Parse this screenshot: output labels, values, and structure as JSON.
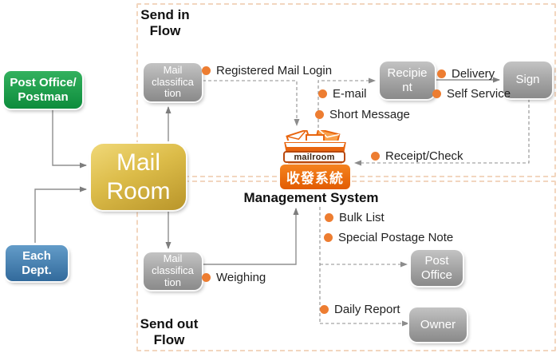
{
  "panels": {
    "send_in": {
      "title": "Send in\nFlow"
    },
    "send_out": {
      "title": "Send out\nFlow"
    }
  },
  "nodes": {
    "post_office_postman": {
      "label": "Post Office/\nPostman"
    },
    "each_dept": {
      "label": "Each\nDept."
    },
    "mail_room": {
      "label": "Mail\nRoom"
    },
    "mail_classification_in": {
      "label": "Mail\nclassifica\ntion"
    },
    "mail_classification_out": {
      "label": "Mail\nclassifica\ntion"
    },
    "recipient": {
      "label": "Recipie\nnt"
    },
    "sign": {
      "label": "Sign"
    },
    "post_office": {
      "label": "Post\nOffice"
    },
    "owner": {
      "label": "Owner"
    }
  },
  "system": {
    "badge": "mailroom",
    "subtitle": "收發系統",
    "caption": "Management System"
  },
  "flow_labels": {
    "registered_mail_login": "Registered Mail Login",
    "email": "E-mail",
    "short_message": "Short Message",
    "delivery": "Delivery",
    "self_service": "Self Service",
    "receipt_check": "Receipt/Check",
    "bulk_list": "Bulk List",
    "special_postage_note": "Special Postage Note",
    "weighing": "Weighing",
    "daily_report": "Daily Report"
  },
  "colors": {
    "bullet_orange": "#ED7D31",
    "panel_border": "#F2D6BF",
    "green_node": "#18A048",
    "blue_node": "#3F7FB5",
    "gold_node": "#D9B945",
    "gray_node": "#9B9B9B",
    "system_orange": "#E8650F"
  }
}
